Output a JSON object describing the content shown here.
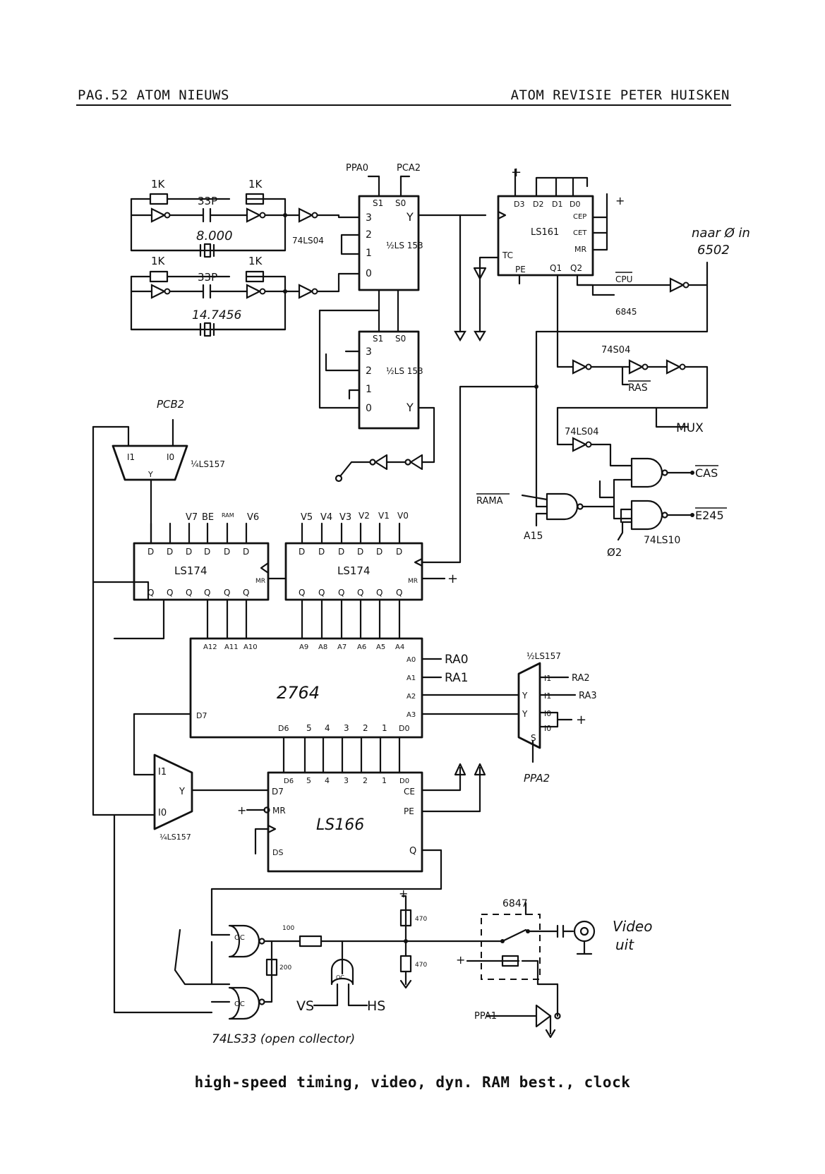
{
  "header": {
    "left": "PAG.52 ATOM NIEUWS",
    "right": "ATOM REVISIE  PETER HUISKEN"
  },
  "caption": "high-speed timing, video, dyn. RAM best., clock",
  "labels": {
    "osc_r1": "1K",
    "osc_c1": "33P",
    "osc_r2": "1K",
    "osc_xtal1": "8.000",
    "osc_r3": "1K",
    "osc_c2": "33P",
    "osc_r4": "1K",
    "osc_xtal2": "14.7456",
    "inv1": "74LS04",
    "ppa0": "PPA0",
    "pca2": "PCA2",
    "mux1_s1": "S1",
    "mux1_s0": "S0",
    "mux1_in3": "3",
    "mux1_in2": "2",
    "mux1_in1": "1",
    "mux1_in0": "0",
    "mux1_y": "Y",
    "mux1_name": "½LS 153",
    "mux2_s1": "S1",
    "mux2_s0": "S0",
    "mux2_in3": "3",
    "mux2_in2": "2",
    "mux2_in1": "1",
    "mux2_in0": "0",
    "mux2_y": "Y",
    "mux2_name": "½LS 153",
    "plus": "+",
    "ls161_d3": "D3",
    "ls161_d2": "D2",
    "ls161_d1": "D1",
    "ls161_d0": "D0",
    "ls161_cep": "CEP",
    "ls161_cet": "CET",
    "ls161_mr": "MR",
    "ls161_tc": "TC",
    "ls161_pe": "PE",
    "ls161_q1": "Q1",
    "ls161_q2": "Q2",
    "ls161_name": "LS161",
    "naar": "naar Ø in",
    "cpu6502": "6502",
    "cpu": "CPU",
    "crtc": "6845",
    "inv2": "74S04",
    "ras": "RAS",
    "mux": "MUX",
    "inv3": "74LS04",
    "cas": "CAS",
    "e245": "E245",
    "rama": "RAMA",
    "a15": "A15",
    "nand": "74LS10",
    "phi2": "Ø2",
    "pcb2": "PCB2",
    "mux157a_i1": "I1",
    "mux157a_i0": "I0",
    "mux157a_y": "Y",
    "mux157a_name": "¼LS157",
    "v7": "V7",
    "be": "BE",
    "ram_sel": "RAM",
    "v6": "V6",
    "v5": "V5",
    "v4": "V4",
    "v3": "V3",
    "v2": "V2",
    "v1": "V1",
    "v0": "V0",
    "ls174a": "LS174",
    "ls174b": "LS174",
    "mr": "MR",
    "d": "D",
    "q": "Q",
    "rom_name": "2764",
    "a12": "A12",
    "a11": "A11",
    "a10": "A10",
    "a9": "A9",
    "a8": "A8",
    "a7": "A7",
    "a6": "A6",
    "a5": "A5",
    "a4": "A4",
    "a0": "A0",
    "a1": "A1",
    "a2": "A2",
    "a3": "A3",
    "ra0": "RA0",
    "ra1": "RA1",
    "d7": "D7",
    "rom_d6": "D6",
    "rom_d5": "5",
    "rom_d4": "4",
    "rom_d3": "3",
    "rom_d2": "2",
    "rom_d1": "1",
    "rom_d0": "D0",
    "mux157b_name": "½LS157",
    "mux157b_i1": "I1",
    "mux157b_i1b": "I1",
    "mux157b_i0": "I0",
    "mux157b_i0b": "I0",
    "mux157b_y1": "Y",
    "mux157b_y2": "Y",
    "mux157b_s": "S",
    "ra2": "RA2",
    "ra3": "RA3",
    "ppa2": "PPA2",
    "mux157c_i1": "I1",
    "mux157c_i0": "I0",
    "mux157c_y": "Y",
    "mux157c_name": "¼LS157",
    "sr_d6": "D6",
    "sr_d5": "5",
    "sr_d4": "4",
    "sr_d3": "3",
    "sr_d2": "2",
    "sr_d1": "1",
    "sr_d0": "D0",
    "sr_d7": "D7",
    "sr_mr": "MR",
    "sr_ce": "CE",
    "sr_pe": "PE",
    "sr_q": "Q",
    "sr_ds": "DS",
    "sr_name": "LS166",
    "r100": "100",
    "r200": "200",
    "r470a": "470",
    "r470b": "470",
    "oc": "OC",
    "vs": "VS",
    "hs": "HS",
    "vid_ic": "6847",
    "video": "Video",
    "uit": "uit",
    "ppa1": "PPA1",
    "ls33": "74LS33 (open collector)"
  }
}
